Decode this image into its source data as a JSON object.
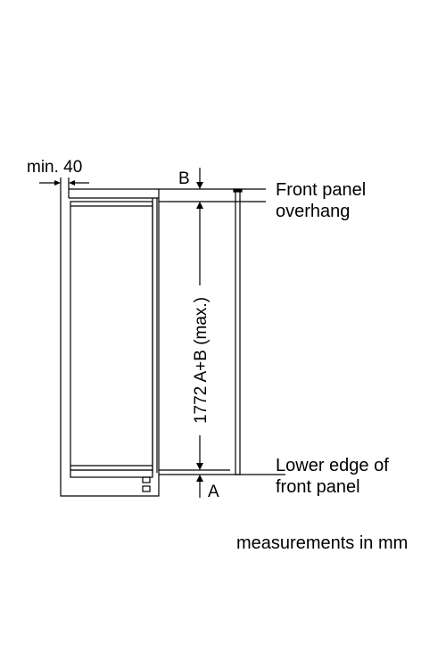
{
  "labels": {
    "min_clearance": "min. 40",
    "b": "B",
    "a": "A",
    "front_panel_overhang_line1": "Front panel",
    "front_panel_overhang_line2": "overhang",
    "lower_edge_line1": "Lower edge of",
    "lower_edge_line2": "front panel",
    "height_dimension": "1772 A+B (max.)",
    "measurement_unit_note": "measurements in mm"
  },
  "colors": {
    "line": "#000000",
    "background": "#ffffff"
  }
}
